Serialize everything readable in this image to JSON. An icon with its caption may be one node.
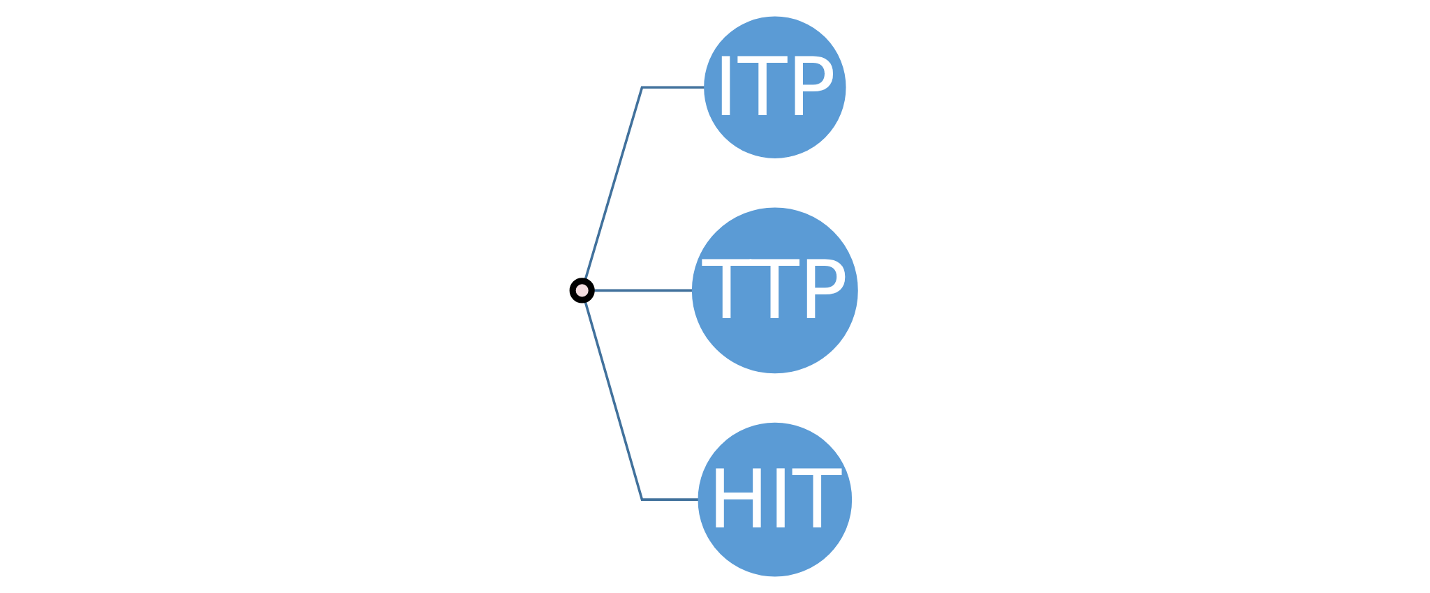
{
  "diagram": {
    "nodes": [
      {
        "text": [],
        "shape": "picture"
      },
      {
        "text": [
          "ITP"
        ]
      },
      {
        "text": [
          "TTP"
        ]
      },
      {
        "text": [
          "HIT"
        ]
      }
    ],
    "edges": [
      {
        "from": 0,
        "to": 1,
        "arrow": "none"
      },
      {
        "from": 0,
        "to": 2,
        "arrow": "none"
      },
      {
        "from": 0,
        "to": 3,
        "arrow": "none"
      }
    ]
  }
}
